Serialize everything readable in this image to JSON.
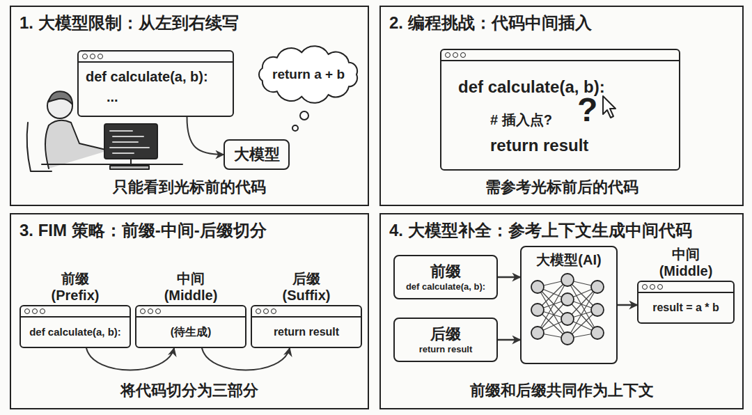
{
  "diagram": {
    "nodes": [
      {
        "text": [
          "1. 大模型限制：从左到右续写",
          "只能看到光标前的代码"
        ]
      },
      {
        "text": [
          "def calculate(a, b):",
          "..."
        ],
        "in": 0
      },
      {
        "text": [
          "return a + b"
        ],
        "in": 0
      },
      {
        "text": [
          "大模型"
        ],
        "in": 0
      },
      {
        "text": [
          "2. 编程挑战：代码中间插入",
          "需参考光标前后的代码"
        ]
      },
      {
        "text": [
          "def calculate(a, b):",
          "# 插入点?",
          "?",
          "return result"
        ],
        "in": 4
      },
      {
        "text": [
          "3. FIM 策略：前缀-中间-后缀切分",
          "将代码切分为三部分"
        ]
      },
      {
        "text": [
          "前缀 (Prefix)",
          "def calculate(a, b):"
        ],
        "in": 6
      },
      {
        "text": [
          "中间 (Middle)",
          "(待生成)"
        ],
        "in": 6
      },
      {
        "text": [
          "后缀 (Suffix)",
          "return result"
        ],
        "in": 6
      },
      {
        "text": [
          "4. 大模型补全：参考上下文生成中间代码",
          "前缀和后缀共同作为上下文"
        ]
      },
      {
        "text": [
          "前缀",
          "def calculate(a, b):"
        ],
        "in": 10
      },
      {
        "text": [
          "后缀",
          "return result"
        ],
        "in": 10
      },
      {
        "text": [
          "大模型(AI)"
        ],
        "in": 10
      },
      {
        "text": [
          "中间 (Middle)",
          "result = a * b"
        ],
        "in": 10
      }
    ],
    "edges": [
      {
        "from": 1,
        "to": 3,
        "arrow": "to"
      },
      {
        "from": 7,
        "to": 8,
        "arrow": "to"
      },
      {
        "from": 8,
        "to": 9,
        "arrow": "to"
      },
      {
        "from": 11,
        "to": 13,
        "arrow": "to"
      },
      {
        "from": 12,
        "to": 13,
        "arrow": "to"
      },
      {
        "from": 13,
        "to": 14,
        "arrow": "to"
      }
    ]
  }
}
